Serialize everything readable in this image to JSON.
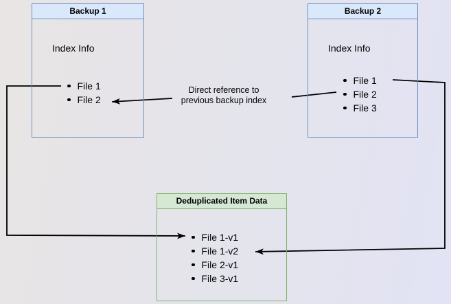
{
  "boxes": [
    {
      "id": "backup1",
      "title": "Backup 1",
      "subtitle": "Index Info",
      "items": [
        "File 1",
        "File 2"
      ]
    },
    {
      "id": "backup2",
      "title": "Backup 2",
      "subtitle": "Index Info",
      "items": [
        "File 1",
        "File 2",
        "File 3"
      ]
    },
    {
      "id": "dedup",
      "title": "Deduplicated Item Data",
      "items": [
        "File 1-v1",
        "File 1-v2",
        "File 2-v1",
        "File 3-v1"
      ]
    }
  ],
  "annotation": {
    "line1": "Direct reference to",
    "line2": "previous backup index"
  },
  "colors": {
    "blue_header_fill": "#dae8fc",
    "blue_border": "#6c8ebf",
    "green_header_fill": "#d5e8d4",
    "green_border": "#82b366",
    "connector": "#000000",
    "background_left": "#e8e5e4",
    "background_right": "#e2e3f4"
  }
}
